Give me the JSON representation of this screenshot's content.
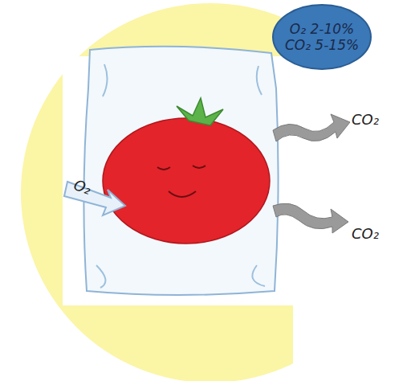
{
  "diagram": {
    "nodes": [
      {
        "text": [
          "O₂ 2-10%",
          "CO₂ 5-15%"
        ]
      }
    ],
    "labels": [
      "O₂",
      "CO₂",
      "CO₂"
    ]
  }
}
